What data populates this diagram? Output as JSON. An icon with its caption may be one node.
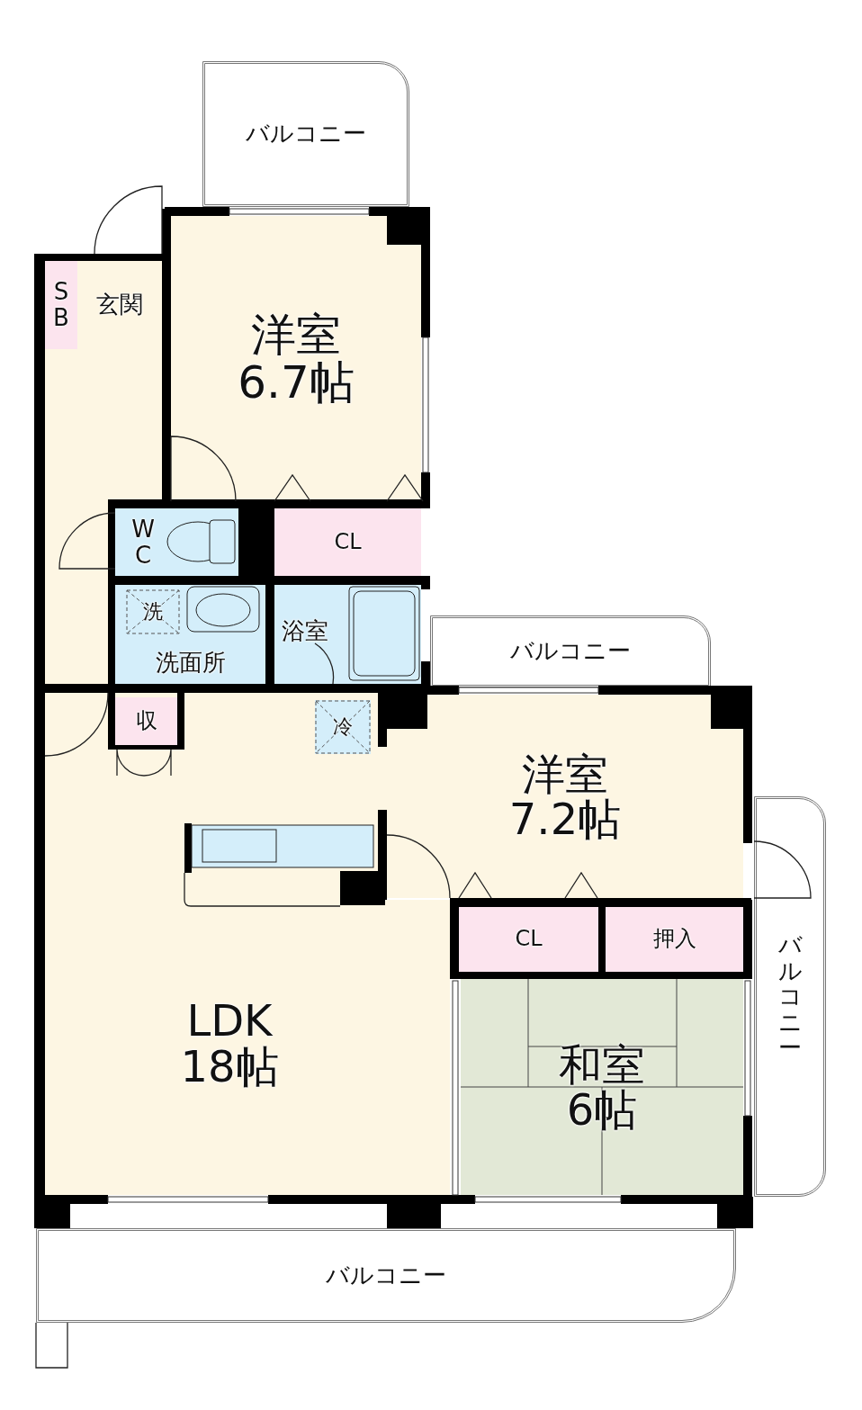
{
  "diagram": {
    "nodes": [
      {
        "text": [
          "バルコニー"
        ]
      },
      {
        "text": [
          "S B"
        ]
      },
      {
        "text": [
          "玄関"
        ]
      },
      {
        "text": [
          "洋室",
          "6.7帖"
        ]
      },
      {
        "text": [
          "W C"
        ]
      },
      {
        "text": [
          "CL"
        ]
      },
      {
        "text": [
          "洗面所"
        ]
      },
      {
        "text": [
          "洗"
        ],
        "in": 6
      },
      {
        "text": [
          "浴室"
        ]
      },
      {
        "text": [
          "バルコニー"
        ]
      },
      {
        "text": [
          "LDK",
          "18帖"
        ]
      },
      {
        "text": [
          "収"
        ],
        "in": 10
      },
      {
        "text": [
          "冷"
        ],
        "in": 10
      },
      {
        "text": [
          "洋室",
          "7.2帖"
        ]
      },
      {
        "text": [
          "バルコニー"
        ]
      },
      {
        "text": [
          "CL"
        ]
      },
      {
        "text": [
          "押入"
        ]
      },
      {
        "text": [
          "和室",
          "6帖"
        ]
      },
      {
        "text": [
          "バルコニー"
        ]
      }
    ]
  }
}
